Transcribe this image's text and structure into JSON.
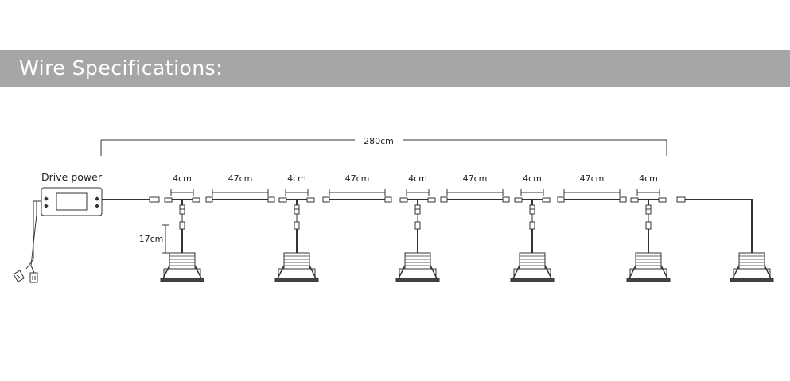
{
  "header": {
    "title": "Wire Specifications:"
  },
  "diagram": {
    "total_length": "280cm",
    "power_label": "Drive power",
    "drop_length": "17cm",
    "connector_lengths": [
      "4cm",
      "4cm",
      "4cm",
      "4cm",
      "4cm"
    ],
    "segment_lengths": [
      "47cm",
      "47cm",
      "47cm",
      "47cm"
    ]
  }
}
